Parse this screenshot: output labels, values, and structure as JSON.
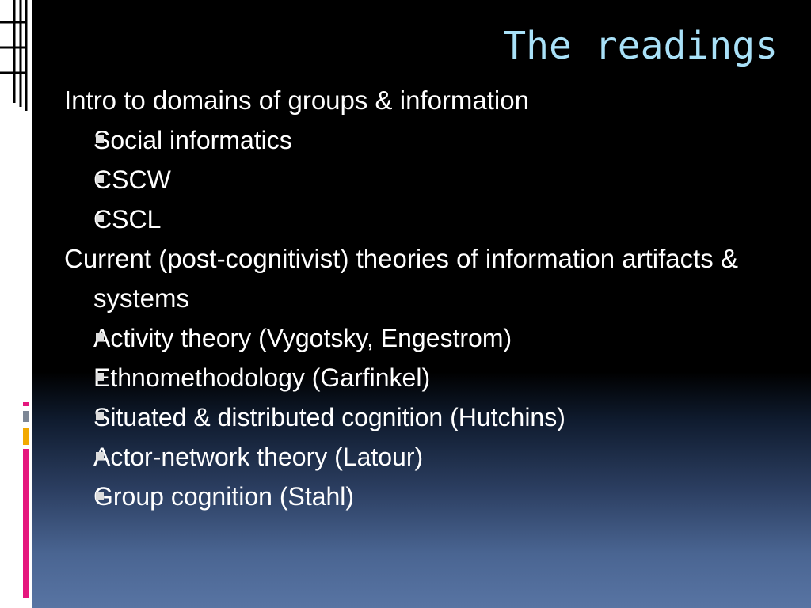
{
  "slide": {
    "title": "The readings",
    "colors": {
      "title": "#a9e1f8",
      "text": "#ffffff",
      "accent_pink": "#e5177e",
      "accent_orange": "#f2a900",
      "accent_gray": "#7d8796"
    },
    "items": [
      {
        "level": 1,
        "text": "Intro to domains of groups & information"
      },
      {
        "level": 2,
        "text": "Social informatics"
      },
      {
        "level": 2,
        "text": "CSCW"
      },
      {
        "level": 2,
        "text": "CSCL"
      },
      {
        "level": 1,
        "text": "Current (post-cognitivist) theories of information artifacts & systems"
      },
      {
        "level": 2,
        "text": "Activity theory (Vygotsky, Engestrom)"
      },
      {
        "level": 2,
        "text": "Ethnomethodology (Garfinkel)"
      },
      {
        "level": 2,
        "text": "Situated & distributed cognition (Hutchins)"
      },
      {
        "level": 2,
        "text": "Actor-network theory (Latour)"
      },
      {
        "level": 2,
        "text": "Group cognition (Stahl)"
      }
    ]
  }
}
